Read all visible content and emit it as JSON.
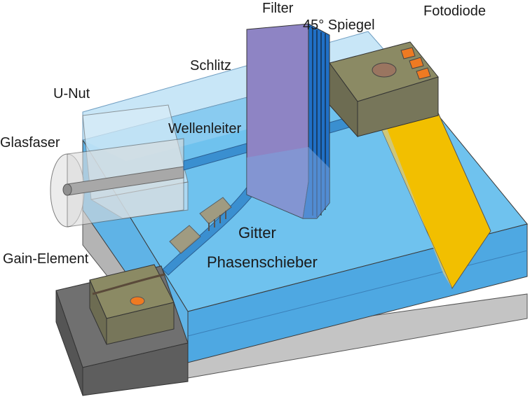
{
  "labels": {
    "filter": "Filter",
    "spiegel": "45° Spiegel",
    "fotodiode": "Fotodiode",
    "schlitz": "Schlitz",
    "unut": "U-Nut",
    "wellenleiter": "Wellenleiter",
    "glasfaser": "Glasfaser",
    "gitter": "Gitter",
    "phasenschieber": "Phasenschieber",
    "gain": "Gain-Element"
  },
  "colors": {
    "substrate_top": "#6ec1ee",
    "substrate_front": "#4fa7e2",
    "base_grey": "#c8c8c8",
    "waveguide": "#3b8fcf",
    "filter": "#8e84c4",
    "filter_edge": "#1f6fc4",
    "component_khaki": "#8b8a64",
    "photodiode_strip": "#f2bf00",
    "pad_orange": "#ee7a22",
    "gain_mount": "#6f6f6f"
  }
}
